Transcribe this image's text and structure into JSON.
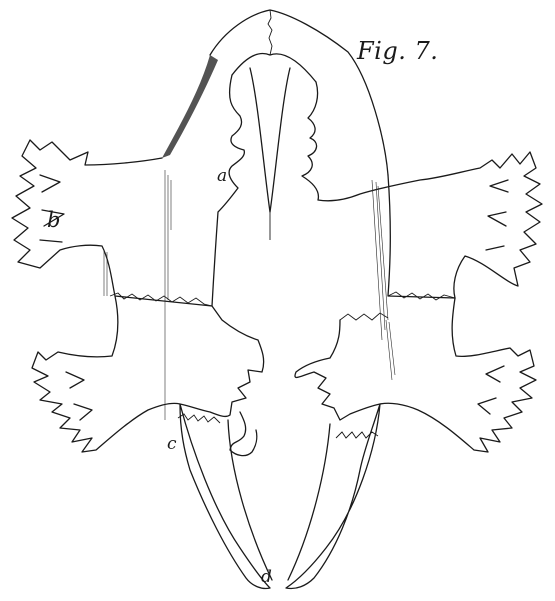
{
  "figure": {
    "title": "Fig. 7.",
    "labels": {
      "a": "a",
      "b": "b",
      "c": "c",
      "d": "d"
    }
  }
}
